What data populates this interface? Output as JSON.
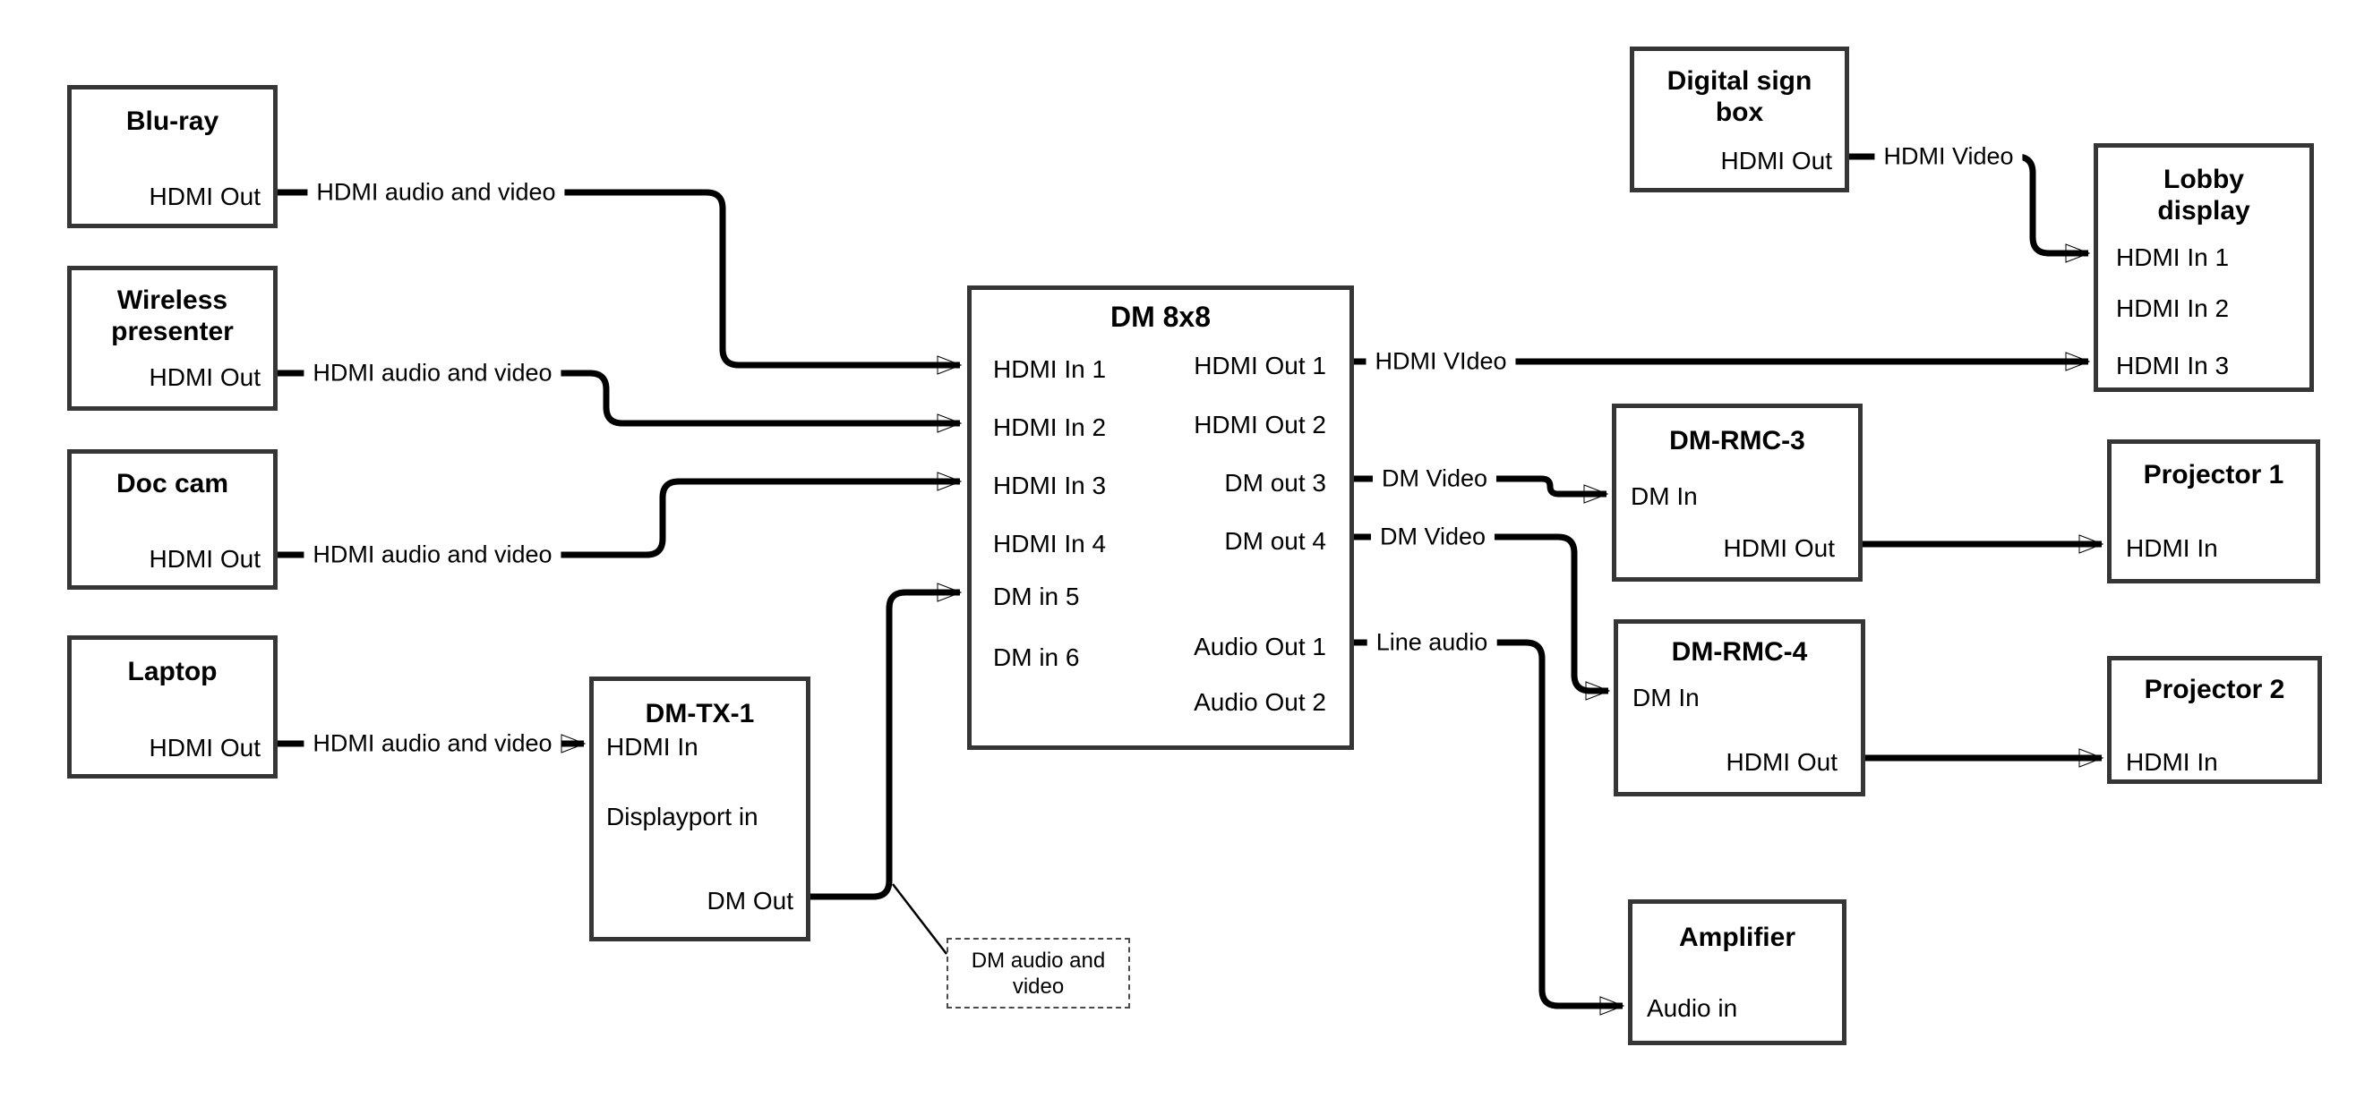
{
  "diagram": {
    "nodes": {
      "bluray": {
        "title": "Blu-ray",
        "port_hdmi_out": "HDMI Out"
      },
      "wireless": {
        "title": "Wireless presenter",
        "port_hdmi_out": "HDMI Out"
      },
      "doc_cam": {
        "title": "Doc cam",
        "port_hdmi_out": "HDMI Out"
      },
      "laptop": {
        "title": "Laptop",
        "port_hdmi_out": "HDMI Out"
      },
      "dm_tx_1": {
        "title": "DM-TX-1",
        "port_hdmi_in": "HDMI In",
        "port_dp_in": "Displayport in",
        "port_dm_out": "DM Out"
      },
      "dm_8x8": {
        "title": "DM 8x8",
        "inputs": [
          "HDMI In 1",
          "HDMI In 2",
          "HDMI In 3",
          "HDMI In 4",
          "DM in 5",
          "DM in 6"
        ],
        "outputs": [
          "HDMI Out 1",
          "HDMI Out 2",
          "DM out 3",
          "DM out 4",
          "Audio Out 1",
          "Audio Out 2"
        ]
      },
      "digital_sign_box": {
        "title": "Digital sign box",
        "port_hdmi_out": "HDMI Out"
      },
      "lobby_display": {
        "title": "Lobby display",
        "inputs": [
          "HDMI In 1",
          "HDMI In 2",
          "HDMI In 3"
        ]
      },
      "dm_rmc_3": {
        "title": "DM-RMC-3",
        "port_dm_in": "DM In",
        "port_hdmi_out": "HDMI Out"
      },
      "projector_1": {
        "title": "Projector 1",
        "port_hdmi_in": "HDMI In"
      },
      "dm_rmc_4": {
        "title": "DM-RMC-4",
        "port_dm_in": "DM In",
        "port_hdmi_out": "HDMI Out"
      },
      "projector_2": {
        "title": "Projector 2",
        "port_hdmi_in": "HDMI In"
      },
      "amplifier": {
        "title": "Amplifier",
        "port_audio_in": "Audio in"
      }
    },
    "wire_labels": {
      "bluray_to_dm8x8": "HDMI audio and video",
      "wireless_to_dm8x8": "HDMI audio and video",
      "doccam_to_dm8x8": "HDMI audio and video",
      "laptop_to_dmtx1": "HDMI audio and video",
      "hdmiout1_to_lobby": "HDMI VIdeo",
      "dmout3_to_rmc3": "DM Video",
      "dmout4_to_rmc4": "DM Video",
      "audioout1_to_amp": "Line audio",
      "signbox_to_lobby": "HDMI Video"
    },
    "callout": {
      "text": "DM audio and video"
    },
    "colors": {
      "wire": "#000000",
      "box_border": "#363636",
      "background": "#ffffff"
    }
  }
}
